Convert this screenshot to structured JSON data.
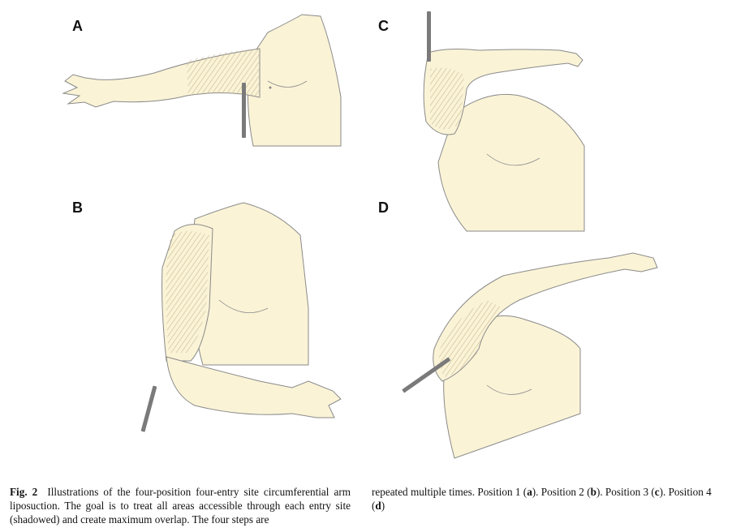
{
  "figure": {
    "panels": [
      {
        "id": "a",
        "label": "A"
      },
      {
        "id": "b",
        "label": "B"
      },
      {
        "id": "c",
        "label": "C"
      },
      {
        "id": "d",
        "label": "D"
      }
    ],
    "caption": {
      "fig_label": "Fig. 2",
      "text_left": "Illustrations of the four-position four-entry site circumferential arm liposuction. The goal is to treat all areas accessible through each entry site (shadowed) and create maximum overlap. The four steps are",
      "text_right_intro": "repeated multiple times. Position 1 (",
      "pos1_letter": "a",
      "pos2_prefix": "). Position 2 (",
      "pos2_letter": "b",
      "pos3_prefix": "). Position 3 (",
      "pos3_letter": "c",
      "pos4_prefix": "). Position 4 (",
      "pos4_letter": "d",
      "closing": ")"
    },
    "colors": {
      "skin": "#faf3d6",
      "outline": "#8a8a8a",
      "shade": "#d9c9a8",
      "cannula": "#7a7a7a"
    }
  }
}
